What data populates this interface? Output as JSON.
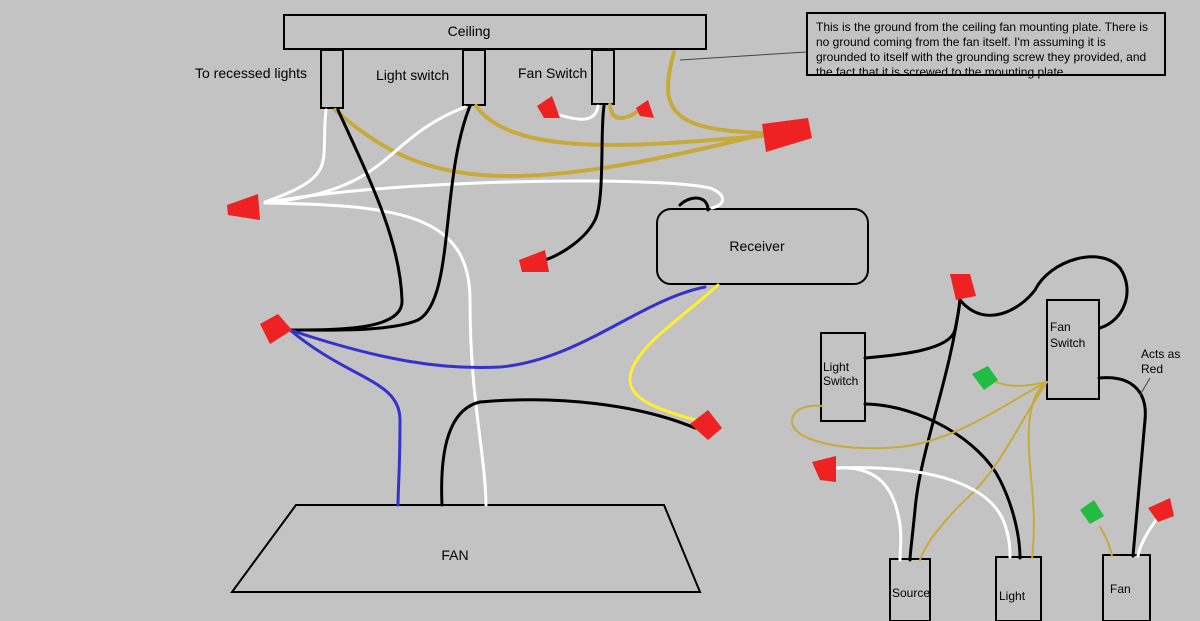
{
  "labels": {
    "ceiling": "Ceiling",
    "to_recessed_lights": "To recessed lights",
    "light_switch": "Light switch",
    "fan_switch": "Fan Switch",
    "receiver": "Receiver",
    "fan": "FAN",
    "light_switch_box": "Light\nSwitch",
    "fan_switch_box": "Fan\nSwitch",
    "acts_as_red": "Acts as\nRed",
    "source": "Source",
    "light": "Light",
    "fan_small": "Fan"
  },
  "note": {
    "text": "This is the ground from the ceiling fan mounting plate.  There is no ground coming from the fan itself.  I'm assuming it is grounded to itself with the grounding screw they provided, and the fact that it is screwed to the mounting plate."
  },
  "colors": {
    "background": "#c3c3c3",
    "ground_wire": "#c8aa3a",
    "neutral_wire": "#ffffff",
    "hot_wire": "#000000",
    "blue_wire": "#3333cc",
    "yellow_wire": "#ffee33",
    "wire_nut_red": "#ee2222",
    "wire_nut_green": "#22bb44"
  }
}
